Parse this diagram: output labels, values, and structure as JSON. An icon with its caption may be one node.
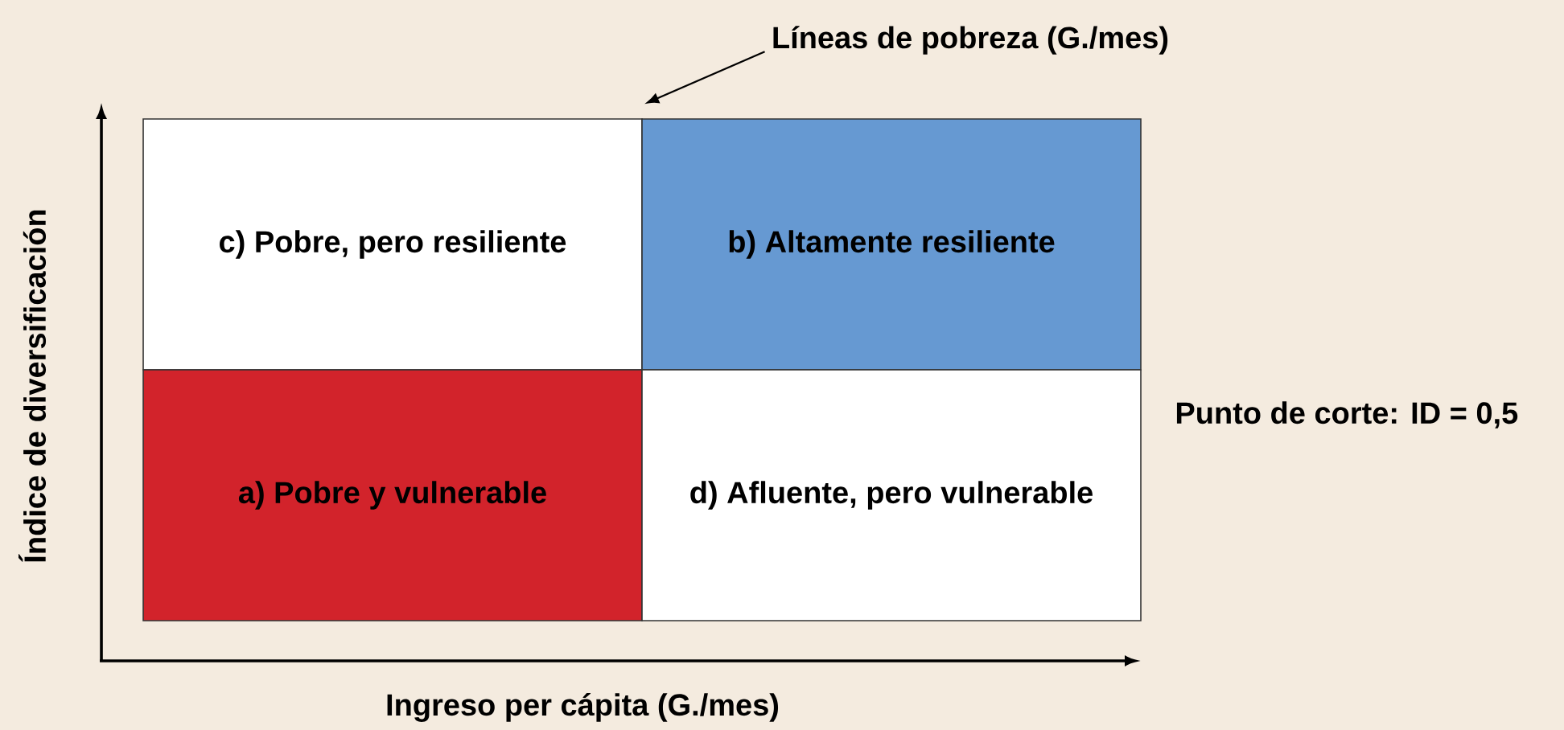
{
  "diagram": {
    "nodes": [
      {
        "text": [
          "Líneas de pobreza (G./mes)"
        ]
      },
      {
        "text": [
          "c) Pobre, pero resiliente"
        ]
      },
      {
        "text": [
          "b) Altamente resiliente"
        ]
      },
      {
        "text": [
          "a) Pobre y vulnerable"
        ]
      },
      {
        "text": [
          "d) Afluente, pero vulnerable"
        ]
      }
    ],
    "edges": [
      {
        "from": 0,
        "to": 2,
        "arrow": "to"
      }
    ],
    "labels": [
      "Punto de corte: ID = 0,5",
      "Índice de diversificación",
      "Ingreso per cápita (G./mes)"
    ]
  }
}
